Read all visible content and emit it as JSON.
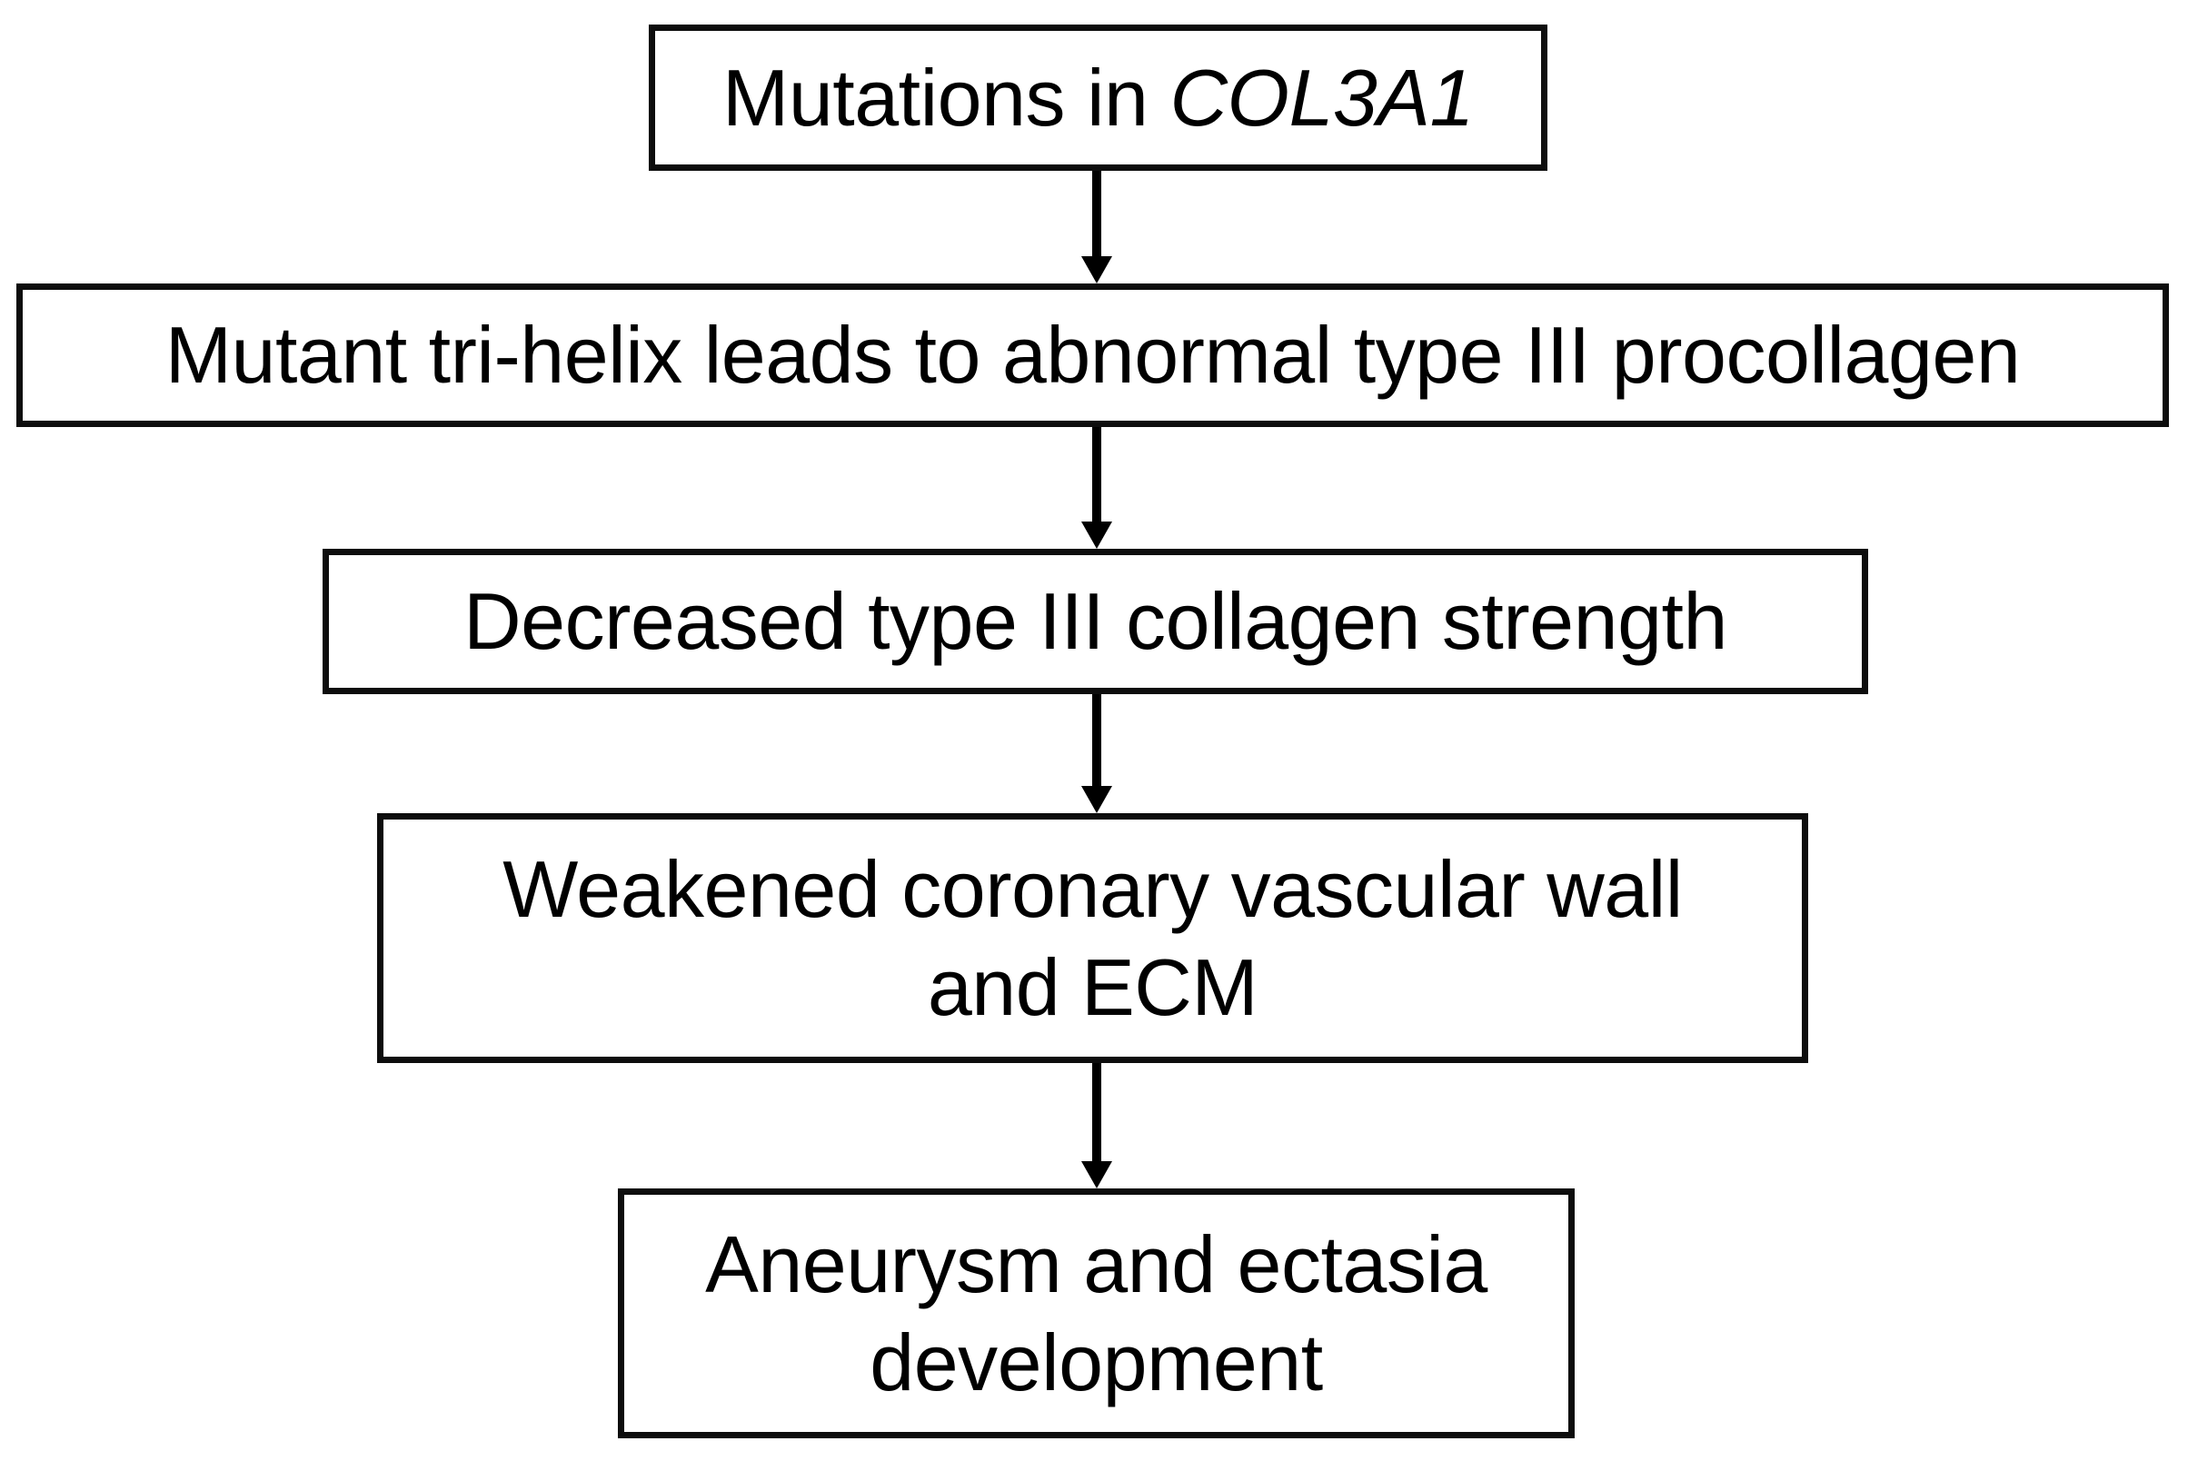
{
  "diagram": {
    "type": "flowchart",
    "orientation": "top-to-bottom",
    "background_color": "#ffffff",
    "box_border_color": "#0d0d0d",
    "text_color": "#000000",
    "arrow_color": "#000000",
    "nodes": [
      {
        "id": "mutations",
        "text": "Mutations in ",
        "emphasis_text": "COL3A1",
        "emphasis_style": "italic"
      },
      {
        "id": "procollagen",
        "text": "Mutant tri-helix leads to abnormal type III procollagen"
      },
      {
        "id": "strength",
        "text": "Decreased type III collagen strength"
      },
      {
        "id": "vascular_wall",
        "text": "Weakened coronary vascular wall\nand ECM"
      },
      {
        "id": "aneurysm",
        "text": "Aneurysm and ectasia\ndevelopment"
      }
    ],
    "edges": [
      {
        "id": "edge-1",
        "from": "mutations",
        "to": "procollagen",
        "marker": "arrowhead-down"
      },
      {
        "id": "edge-2",
        "from": "procollagen",
        "to": "strength",
        "marker": "arrowhead-down"
      },
      {
        "id": "edge-3",
        "from": "strength",
        "to": "vascular_wall",
        "marker": "arrowhead-down"
      },
      {
        "id": "edge-4",
        "from": "vascular_wall",
        "to": "aneurysm",
        "marker": "arrowhead-down"
      }
    ]
  }
}
